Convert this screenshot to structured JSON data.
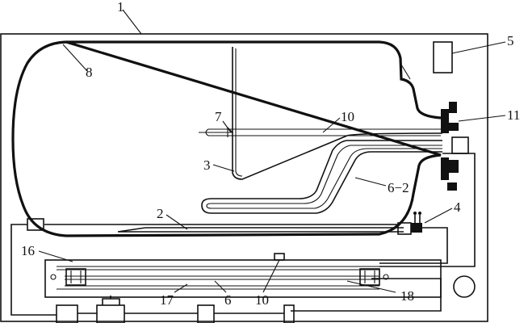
{
  "labels": {
    "l1": "1",
    "l2": "2",
    "l3": "3",
    "l4": "4",
    "l5": "5",
    "l6": "6",
    "l6_2": "6−2",
    "l7": "7",
    "l8": "8",
    "l10_top": "10",
    "l10_bottom": "10",
    "l11": "11",
    "l16": "16",
    "l17": "17",
    "l18": "18"
  },
  "colors": {
    "line": "#111111",
    "background": "#ffffff"
  }
}
